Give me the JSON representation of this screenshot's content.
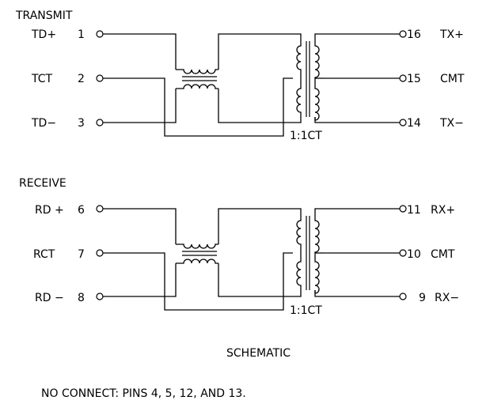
{
  "transmit": {
    "section_label": "TRANSMIT",
    "left_pins": [
      {
        "name": "TD+",
        "number": "1"
      },
      {
        "name": "TCT",
        "number": "2"
      },
      {
        "name": "TD−",
        "number": "3"
      }
    ],
    "right_pins": [
      {
        "number": "16",
        "name": "TX+"
      },
      {
        "number": "15",
        "name": "CMT"
      },
      {
        "number": "14",
        "name": "TX−"
      }
    ],
    "ratio": "1:1CT"
  },
  "receive": {
    "section_label": "RECEIVE",
    "left_pins": [
      {
        "name": "RD +",
        "number": "6"
      },
      {
        "name": "RCT",
        "number": "7"
      },
      {
        "name": "RD −",
        "number": "8"
      }
    ],
    "right_pins": [
      {
        "number": "11",
        "name": "RX+"
      },
      {
        "number": "10",
        "name": "CMT"
      },
      {
        "number": "9",
        "name": "RX−"
      }
    ],
    "ratio": "1:1CT"
  },
  "caption": "SCHEMATIC",
  "note": "NO CONNECT: PINS 4, 5, 12, AND 13."
}
